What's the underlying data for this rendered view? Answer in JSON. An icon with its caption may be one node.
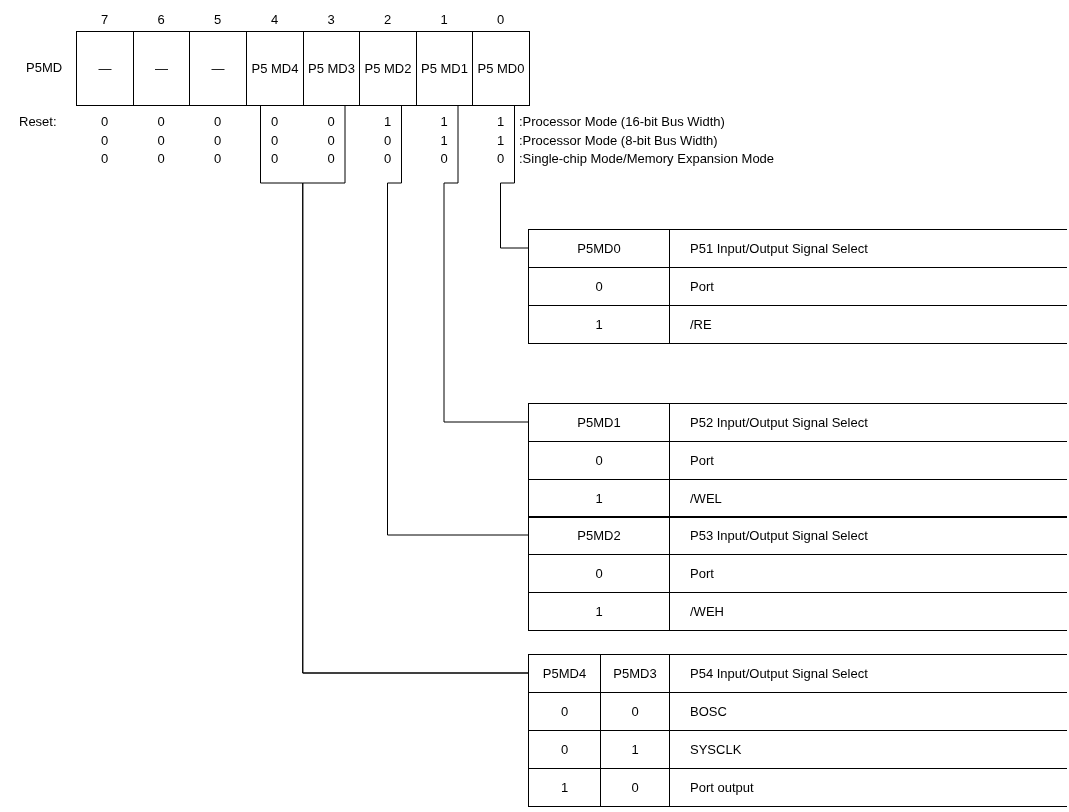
{
  "diagram": {
    "nodes": [
      {
        "text": [
          "—"
        ]
      },
      {
        "text": [
          "—"
        ]
      },
      {
        "text": [
          "—"
        ]
      },
      {
        "text": [
          "P5 MD4"
        ]
      },
      {
        "text": [
          "P5 MD3"
        ]
      },
      {
        "text": [
          "P5 MD2"
        ]
      },
      {
        "text": [
          "P5 MD1"
        ]
      },
      {
        "text": [
          "P5 MD0"
        ]
      },
      {
        "text": [
          "P5MD0",
          "P51 Input/Output Signal Select",
          "0",
          "Port",
          "1",
          "/RE"
        ]
      },
      {
        "text": [
          "P5MD1",
          "P52 Input/Output Signal Select",
          "0",
          "Port",
          "1",
          "/WEL"
        ]
      },
      {
        "text": [
          "P5MD2",
          "P53 Input/Output Signal Select",
          "0",
          "Port",
          "1",
          "/WEH"
        ]
      },
      {
        "text": [
          "P5MD4",
          "P5MD3",
          "P54 Input/Output Signal Select",
          "0",
          "0",
          "BOSC",
          "0",
          "1",
          "SYSCLK",
          "1",
          "0",
          "Port output"
        ]
      }
    ],
    "edges": [
      {
        "from": 7,
        "to": 8,
        "arrow": "none"
      },
      {
        "from": 6,
        "to": 9,
        "arrow": "none"
      },
      {
        "from": 5,
        "to": 10,
        "arrow": "none"
      },
      {
        "from": 3,
        "to": 11,
        "arrow": "none"
      },
      {
        "from": 4,
        "to": 11,
        "arrow": "none"
      }
    ],
    "labels": [
      "7",
      "6",
      "5",
      "4",
      "3",
      "2",
      "1",
      "0",
      "P5MD",
      "Reset:",
      "0",
      "0",
      "0",
      "0",
      "0",
      "1",
      "1",
      "1",
      ":Processor Mode (16-bit Bus Width)",
      "0",
      "0",
      "0",
      "0",
      "0",
      "0",
      "1",
      "1",
      ":Processor Mode (8-bit Bus Width)",
      "0",
      "0",
      "0",
      "0",
      "0",
      "0",
      "0",
      "0",
      ":Single-chip Mode/Memory Expansion Mode"
    ]
  }
}
